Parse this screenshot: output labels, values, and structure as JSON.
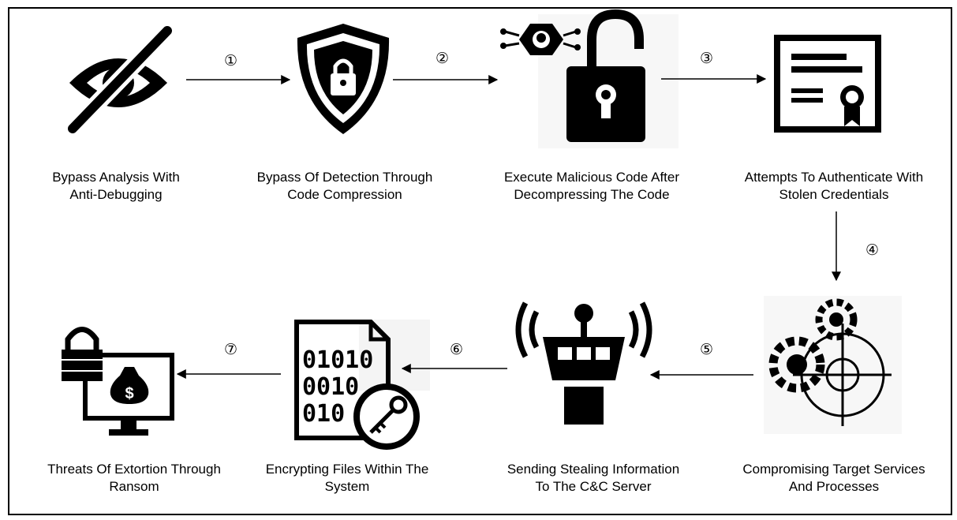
{
  "stages": [
    {
      "icon": "eye-slash-icon",
      "line1": "Bypass Analysis With",
      "line2": "Anti-Debugging"
    },
    {
      "icon": "shield-lock-icon",
      "line1": "Bypass Of Detection Through",
      "line2": "Code Compression"
    },
    {
      "icon": "open-padlock-malware-icon",
      "line1": "Execute Malicious Code After",
      "line2": "Decompressing The Code"
    },
    {
      "icon": "certificate-icon",
      "line1": "Attempts To Authenticate With",
      "line2": "Stolen Credentials"
    },
    {
      "icon": "gears-target-icon",
      "line1": "Compromising Target Services",
      "line2": "And Processes"
    },
    {
      "icon": "broadcast-tower-icon",
      "line1": "Sending Stealing Information",
      "line2": "To The C&C Server"
    },
    {
      "icon": "encrypted-file-key-icon",
      "line1": "Encrypting Files Within The",
      "line2": "System"
    },
    {
      "icon": "ransom-monitor-icon",
      "line1": "Threats Of Extortion Through",
      "line2": "Ransom"
    }
  ],
  "steps": [
    "①",
    "②",
    "③",
    "④",
    "⑤",
    "⑥",
    "⑦"
  ],
  "file_binary": [
    "01010",
    "0010",
    "010"
  ]
}
